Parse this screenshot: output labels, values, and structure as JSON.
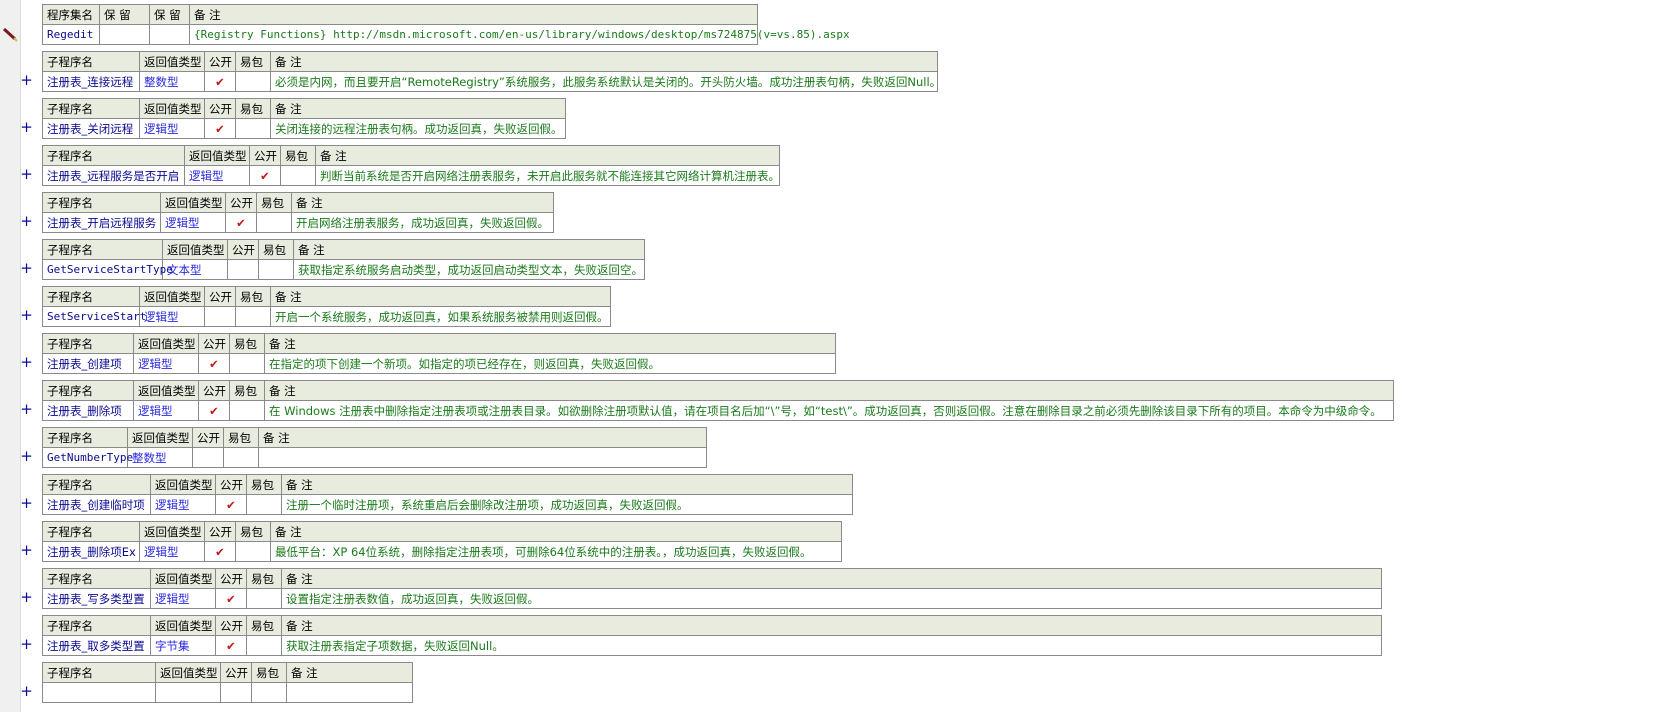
{
  "assembly": {
    "headers": [
      "程序集名",
      "保 留",
      "保 留",
      "备 注"
    ],
    "name": "Regedit",
    "reserved1": "",
    "reserved2": "",
    "remark": "{Registry Functions} http://msdn.microsoft.com/en-us/library/windows/desktop/ms724875(v=vs.85).aspx"
  },
  "sub_headers": [
    "子程序名",
    "返回值类型",
    "公开",
    "易包",
    "备 注"
  ],
  "check_glyph": "✔",
  "expand_glyph": "+",
  "subroutines": [
    {
      "name": "注册表_连接远程",
      "ret": "整数型",
      "public": true,
      "remark": "必须是内网，而且要开启“RemoteRegistry”系统服务，此服务系统默认是关闭的。开头防火墙。成功注册表句柄，失败返回Null。"
    },
    {
      "name": "注册表_关闭远程",
      "ret": "逻辑型",
      "public": true,
      "remark": "关闭连接的远程注册表句柄。成功返回真，失败返回假。"
    },
    {
      "name": "注册表_远程服务是否开启",
      "ret": "逻辑型",
      "public": true,
      "remark": "判断当前系统是否开启网络注册表服务，未开启此服务就不能连接其它网络计算机注册表。"
    },
    {
      "name": "注册表_开启远程服务",
      "ret": "逻辑型",
      "public": true,
      "remark": "开启网络注册表服务，成功返回真，失败返回假。"
    },
    {
      "name": "GetServiceStartType",
      "ret": "文本型",
      "public": false,
      "remark": "获取指定系统服务启动类型，成功返回启动类型文本，失败返回空。"
    },
    {
      "name": "SetServiceStart",
      "ret": "逻辑型",
      "public": false,
      "remark": "开启一个系统服务，成功返回真，如果系统服务被禁用则返回假。"
    },
    {
      "name": "注册表_创建项",
      "ret": "逻辑型",
      "public": true,
      "remark": "在指定的项下创建一个新项。如指定的项已经存在，则返回真，失败返回假。"
    },
    {
      "name": "注册表_删除项",
      "ret": "逻辑型",
      "public": true,
      "remark": " 在 Windows 注册表中删除指定注册表项或注册表目录。如欲删除注册项默认值，请在项目名后加“\\”号，如“test\\”。成功返回真，否则返回假。注意在删除目录之前必须先删除该目录下所有的项目。本命令为中级命令。"
    },
    {
      "name": "GetNumberType",
      "ret": "整数型",
      "public": false,
      "remark": ""
    },
    {
      "name": "注册表_创建临时项",
      "ret": "逻辑型",
      "public": true,
      "remark": "注册一个临时注册项，系统重启后会删除改注册项，成功返回真，失败返回假。"
    },
    {
      "name": "注册表_删除项Ex",
      "ret": "逻辑型",
      "public": true,
      "remark": "最低平台：XP 64位系统，删除指定注册表项，可删除64位系统中的注册表。，成功返回真，失败返回假。"
    },
    {
      "name": "注册表_写多类型置",
      "ret": "逻辑型",
      "public": true,
      "remark": "设置指定注册表数值，成功返回真，失败返回假。"
    },
    {
      "name": "注册表_取多类型置",
      "ret": "字节集",
      "public": true,
      "remark": "获取注册表指定子项数据，失败返回Null。"
    },
    {
      "name": "",
      "ret": "",
      "public": false,
      "remark": ""
    }
  ]
}
